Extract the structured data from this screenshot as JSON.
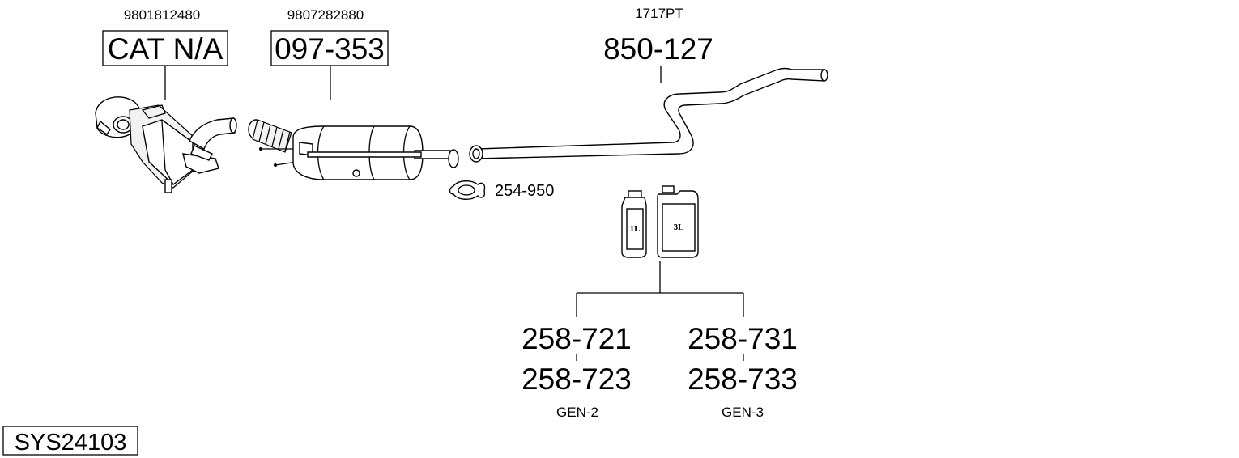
{
  "parts": {
    "catalytic": {
      "oe_number": "9801812480",
      "part_number": "CAT N/A"
    },
    "dpf": {
      "oe_number": "9807282880",
      "part_number": "097-353"
    },
    "rear_pipe": {
      "oe_number": "1717PT",
      "part_number": "850-127"
    },
    "clamp": {
      "part_number": "254-950"
    }
  },
  "fluids": {
    "small_can_label": "1L",
    "large_can_label": "3L",
    "left_group": {
      "top": "258-721",
      "bottom": "258-723",
      "generation": "GEN-2"
    },
    "right_group": {
      "top": "258-731",
      "bottom": "258-733",
      "generation": "GEN-3"
    }
  },
  "system": {
    "id": "SYS24103"
  }
}
